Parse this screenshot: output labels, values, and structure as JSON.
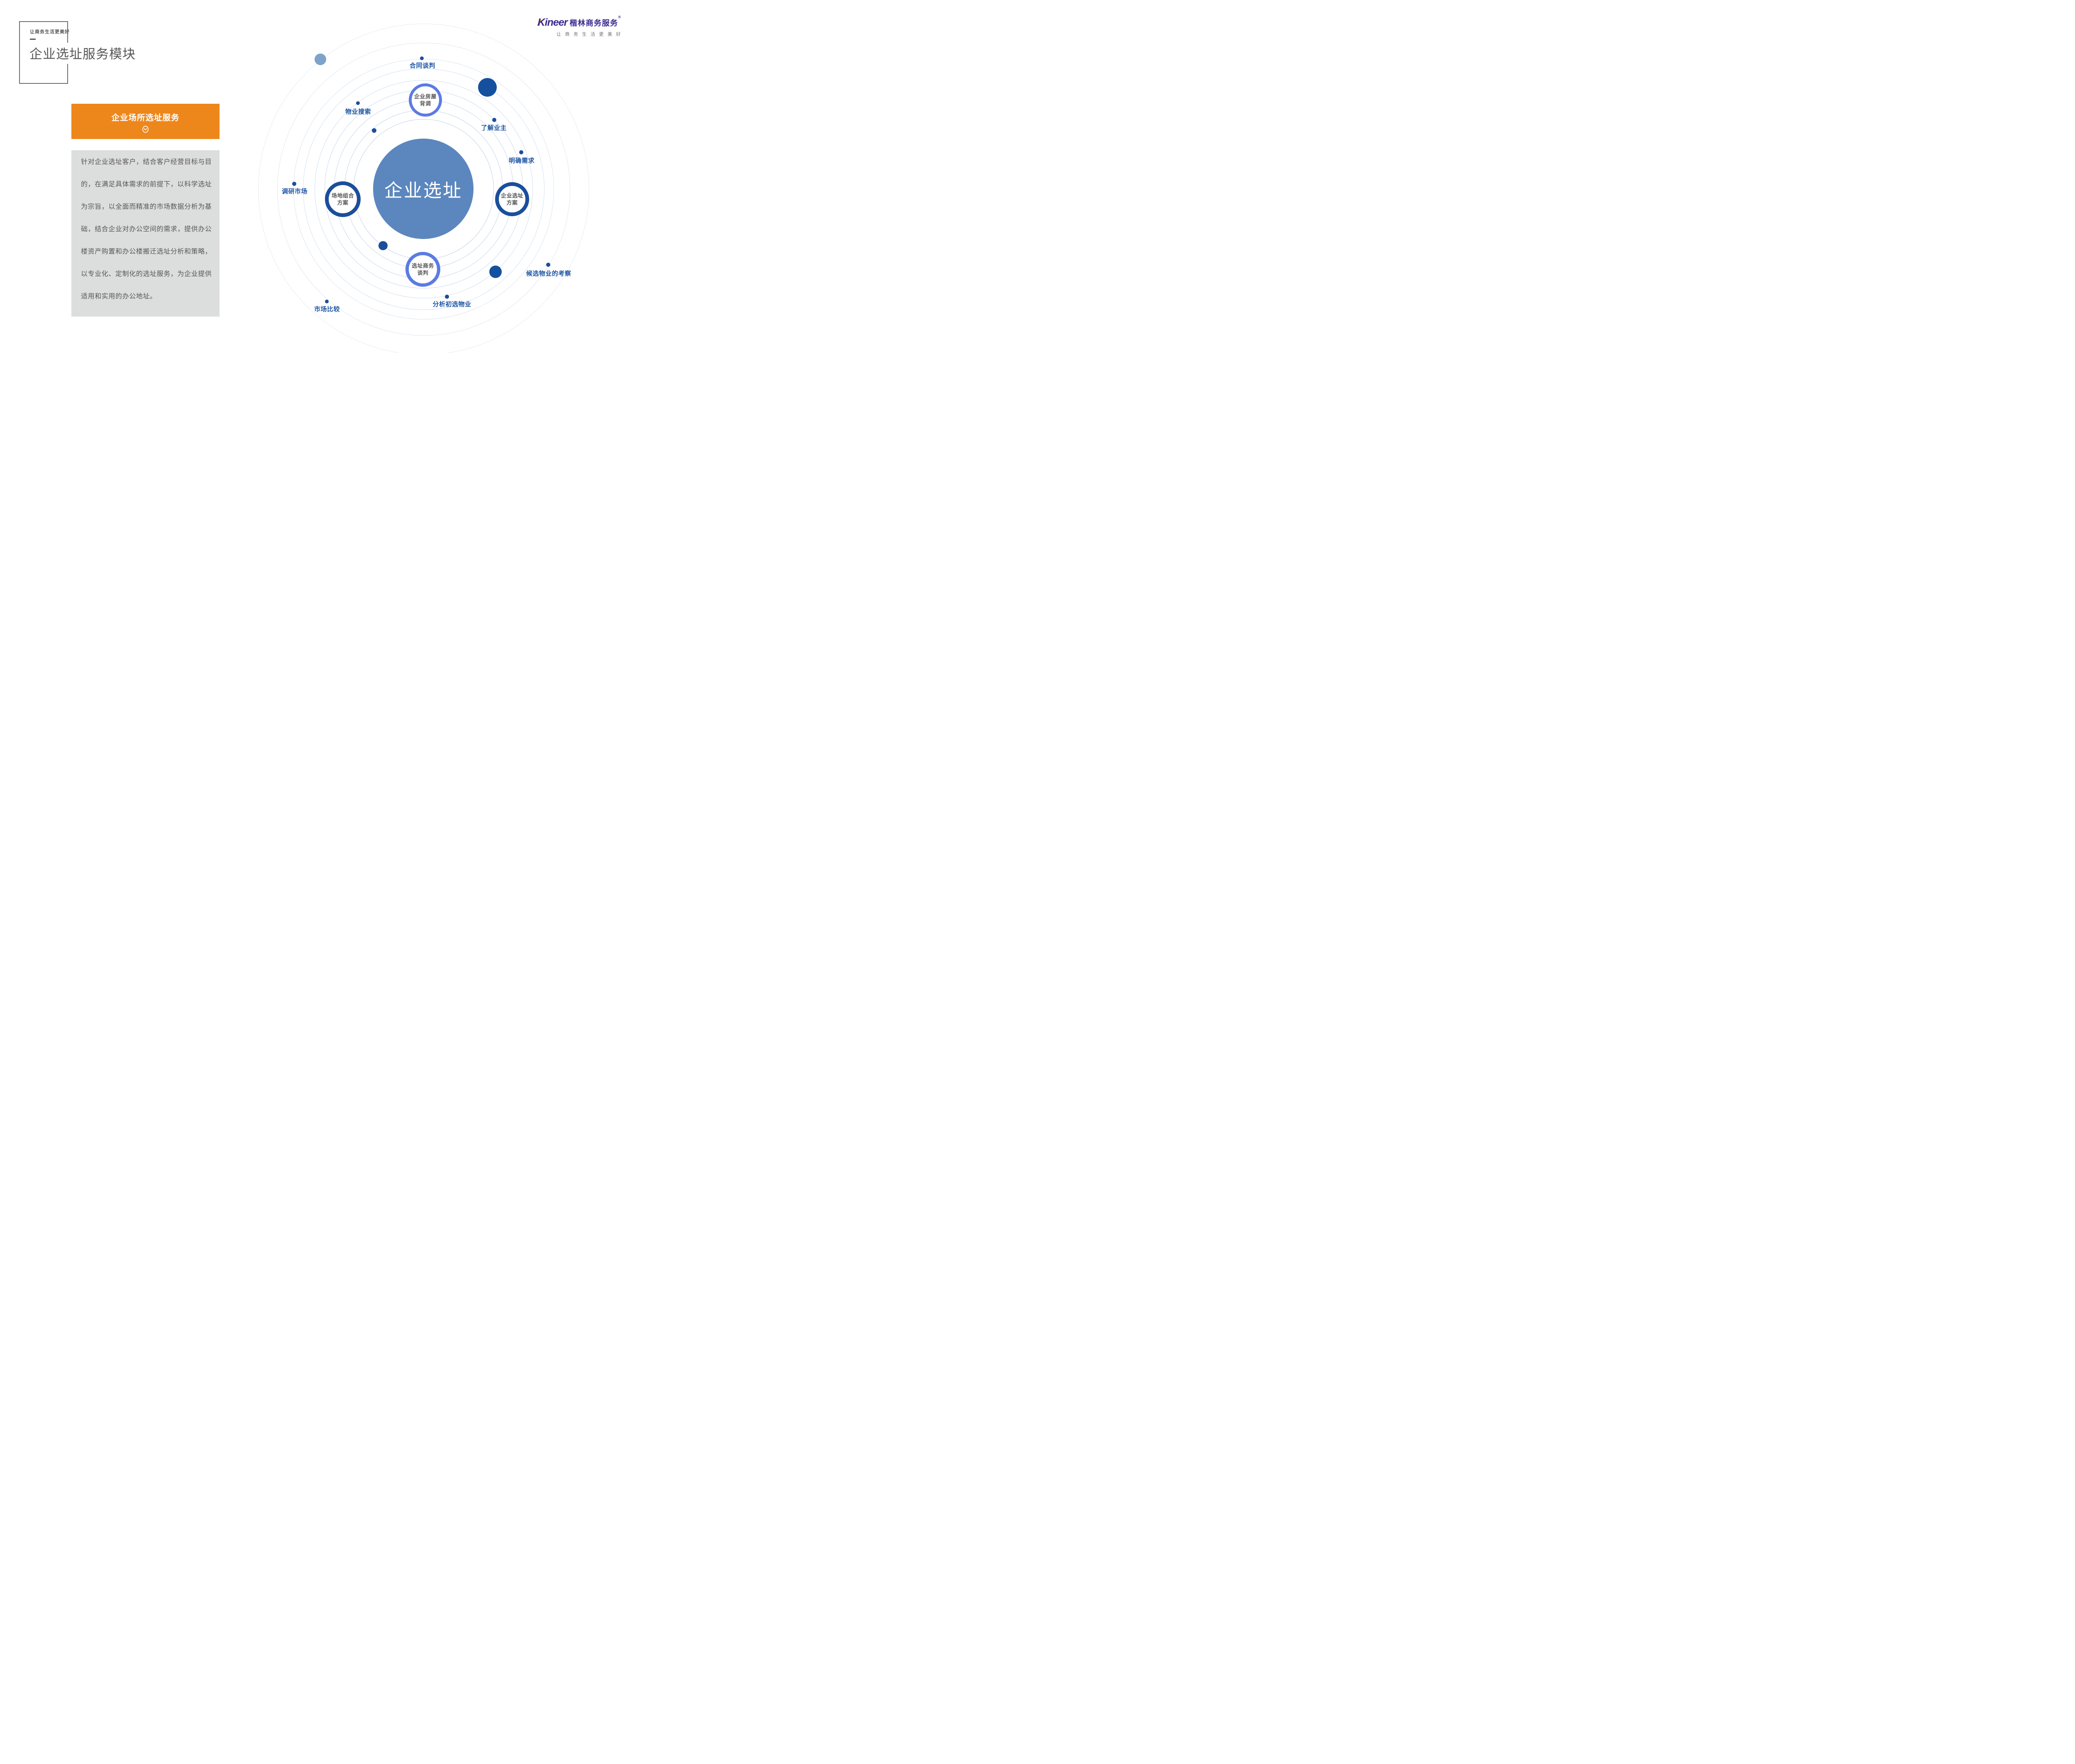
{
  "header": {
    "tagline": "让商务生活更美好",
    "title": "企业选址服务模块"
  },
  "logo": {
    "brand_en": "Kineer",
    "brand_cn": "楷林商务服务",
    "registered_mark": "®",
    "tagline": "让商务生活更美好",
    "brand_color": "#3a2b8f",
    "accent_color": "#f6a01d"
  },
  "service_card": {
    "header": "企业场所选址服务",
    "header_bg": "#ed871b",
    "chevron_icon": "chevron-down-circle",
    "body_bg": "#dcdddd",
    "lines": [
      "针对企业选址客户，结合客户经营目标与目",
      "的，在满足具体需求的前提下，以科学选址",
      "为宗旨，以全面而精准的市场数据分析为基",
      "础，结合企业对办公空间的需求，提供办公",
      "楼资产购置和办公楼搬迁选址分析和策略，",
      "以专业化、定制化的选址服务，为企业提供",
      "适用和实用的办公地址。"
    ]
  },
  "diagram": {
    "center_label": "企业选址",
    "center_color": "#5b87be",
    "navy": "#1b4e9b",
    "periwinkle": "#5b7be4",
    "light_dot_color": "#7ea3cb",
    "label_color": "#1d55a3",
    "node_circles": [
      {
        "line1": "企业房屋",
        "line2": "背调",
        "border": "#5b7be4"
      },
      {
        "line1": "场地组合",
        "line2": "方案",
        "border": "#1b4e9b"
      },
      {
        "line1": "企业选址",
        "line2": "方案",
        "border": "#1b4e9b"
      },
      {
        "line1": "选址商务",
        "line2": "谈判",
        "border": "#5b7be4"
      }
    ],
    "stage_labels": [
      "合同谈判",
      "物业搜索",
      "了解业主",
      "明确需求",
      "调研市场",
      "市场比较",
      "分析初选物业",
      "候选物业的考察"
    ]
  }
}
